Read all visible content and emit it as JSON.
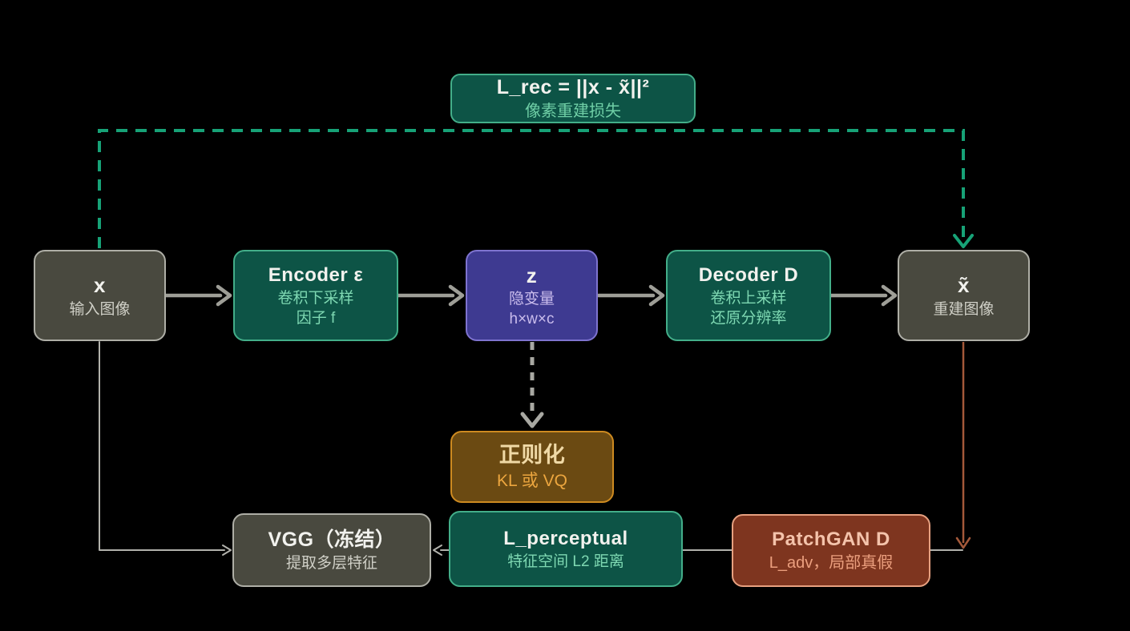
{
  "diagram": {
    "background": "#000000",
    "nodes": {
      "l_rec": {
        "title": "L_rec = ||x - x̃||²",
        "subtitle": "像素重建损失"
      },
      "input": {
        "title": "x",
        "subtitle": "输入图像"
      },
      "encoder": {
        "title": "Encoder ε",
        "line1": "卷积下采样",
        "line2": "因子 f"
      },
      "latent": {
        "title": "z",
        "line1": "隐变量",
        "line2": "h×w×c"
      },
      "decoder": {
        "title": "Decoder D",
        "line1": "卷积上采样",
        "line2": "还原分辨率"
      },
      "recon": {
        "title": "x̃",
        "subtitle": "重建图像"
      },
      "regularization": {
        "title": "正则化",
        "subtitle": "KL 或 VQ"
      },
      "vgg": {
        "title": "VGG（冻结）",
        "subtitle": "提取多层特征"
      },
      "perceptual": {
        "title": "L_perceptual",
        "subtitle": "特征空间 L2 距离"
      },
      "patchgan": {
        "title": "PatchGAN D",
        "subtitle": "L_adv，局部真假"
      }
    },
    "colors": {
      "teal_fill": "#0d5446",
      "teal_border": "#43ae89",
      "teal_subtext": "#7ed8b2",
      "gray_fill": "#49493f",
      "gray_border": "#aeaea6",
      "gray_subtext": "#cfcfc6",
      "purple_fill": "#3e3a91",
      "purple_border": "#7e73cf",
      "purple_subtext": "#c9bcec",
      "amber_fill": "#6b4a12",
      "amber_border": "#cd8a20",
      "amber_title": "#f0d9a6",
      "amber_subtext": "#eca63f",
      "rust_fill": "#7e351f",
      "rust_border": "#e7a080",
      "rust_title": "#f4c3ab",
      "rust_subtext": "#eb9f7e",
      "white_text": "#f2f2ee",
      "green_dashed_connector": "#17a277",
      "thick_arrow_gray": "#9e9e97",
      "thin_line_gray": "#b1b1ab",
      "dashed_gray": "#a8a8a2",
      "rust_connector": "#a4593a"
    }
  }
}
